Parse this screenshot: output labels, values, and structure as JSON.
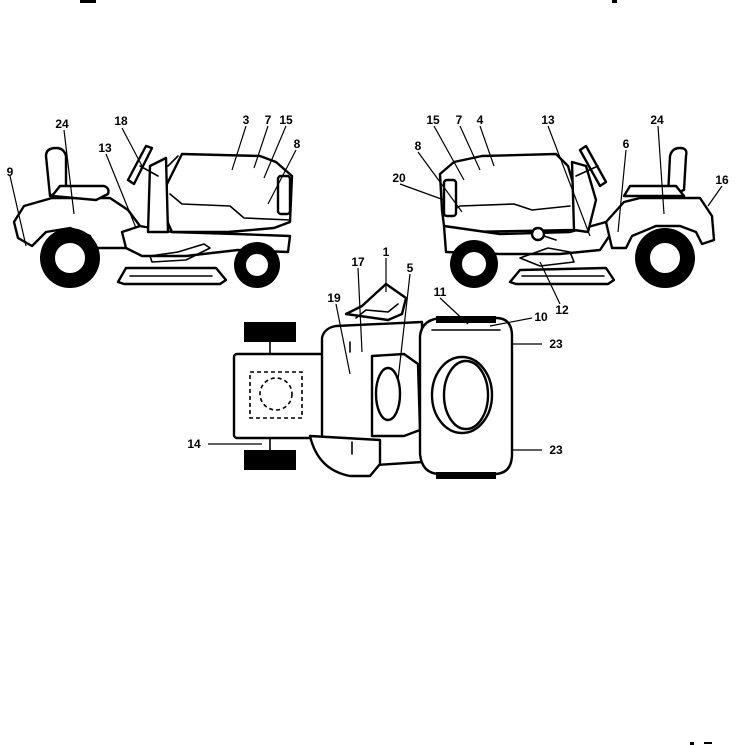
{
  "callouts": [
    {
      "id": "left-9",
      "label": "9"
    },
    {
      "id": "left-24",
      "label": "24"
    },
    {
      "id": "left-18",
      "label": "18"
    },
    {
      "id": "left-13",
      "label": "13"
    },
    {
      "id": "left-3",
      "label": "3"
    },
    {
      "id": "left-7",
      "label": "7"
    },
    {
      "id": "left-15",
      "label": "15"
    },
    {
      "id": "left-8",
      "label": "8"
    },
    {
      "id": "right-15",
      "label": "15"
    },
    {
      "id": "right-7",
      "label": "7"
    },
    {
      "id": "right-4",
      "label": "4"
    },
    {
      "id": "right-13",
      "label": "13"
    },
    {
      "id": "right-24",
      "label": "24"
    },
    {
      "id": "right-8",
      "label": "8"
    },
    {
      "id": "right-20",
      "label": "20"
    },
    {
      "id": "right-6",
      "label": "6"
    },
    {
      "id": "right-16",
      "label": "16"
    },
    {
      "id": "right-12",
      "label": "12"
    },
    {
      "id": "top-1",
      "label": "1"
    },
    {
      "id": "top-17",
      "label": "17"
    },
    {
      "id": "top-5",
      "label": "5"
    },
    {
      "id": "top-19",
      "label": "19"
    },
    {
      "id": "top-11",
      "label": "11"
    },
    {
      "id": "top-10",
      "label": "10"
    },
    {
      "id": "top-23a",
      "label": "23"
    },
    {
      "id": "top-23b",
      "label": "23"
    },
    {
      "id": "top-14",
      "label": "14"
    }
  ]
}
